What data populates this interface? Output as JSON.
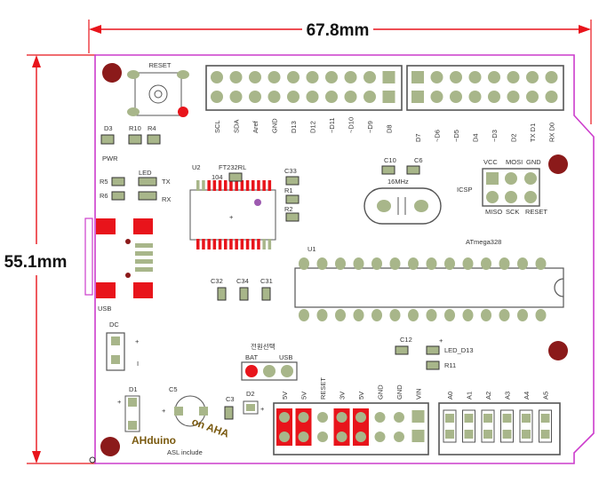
{
  "dimensions": {
    "width": "67.8mm",
    "height": "55.1mm"
  },
  "components": {
    "reset_button": "RESET",
    "d3": "D3",
    "r10": "R10",
    "r4": "R4",
    "pwr": "PWR",
    "led": "LED",
    "r5": "R5",
    "r6": "R6",
    "tx": "TX",
    "rx": "RX",
    "usb": "USB",
    "dc": "DC",
    "plus": "+",
    "one": "I",
    "u2": "U2",
    "ft232rl": "FT232RL",
    "c33": "C33",
    "r1": "R1",
    "r2": "R2",
    "c104": "104",
    "c32": "C32",
    "c34": "C34",
    "c31": "C31",
    "c10": "C10",
    "c6": "C6",
    "mhz": "16MHz",
    "icsp": "ICSP",
    "vcc": "VCC",
    "mosi": "MOSI",
    "gnd": "GND",
    "miso": "MISO",
    "sck": "SCK",
    "reset": "RESET",
    "u1": "U1",
    "atmega": "ATmega328",
    "c12": "C12",
    "led_d13": "LED_D13",
    "r11": "R11",
    "power_select": "전원선택",
    "bat": "BAT",
    "usb_sel": "USB",
    "d1": "D1",
    "c5": "C5",
    "c3": "C3",
    "d2": "D2",
    "brand": "AHduino",
    "brand_sub": "ASL include",
    "stamp": "on AHA"
  },
  "headers": {
    "top_left": [
      "SCL",
      "SDA",
      "Aref",
      "GND",
      "D13",
      "D12",
      "~D11",
      "~D10",
      "~D9",
      "D8"
    ],
    "top_right": [
      "D7",
      "~D6",
      "~D5",
      "D4",
      "~D3",
      "D2",
      "TX D1",
      "RX D0"
    ],
    "bottom_power": [
      "5V",
      "5V",
      "RESET",
      "3V",
      "5V",
      "GND",
      "GND",
      "VIN"
    ],
    "bottom_analog": [
      "A0",
      "A1",
      "A2",
      "A3",
      "A4",
      "A5"
    ]
  },
  "colors": {
    "board_outline": "#cc3ccc",
    "dimension": "#e8141b",
    "pad": "#a8b68a",
    "pad_dark": "#333333",
    "led_red": "#e8141b",
    "mounting_hole": "#8b1a1a"
  }
}
